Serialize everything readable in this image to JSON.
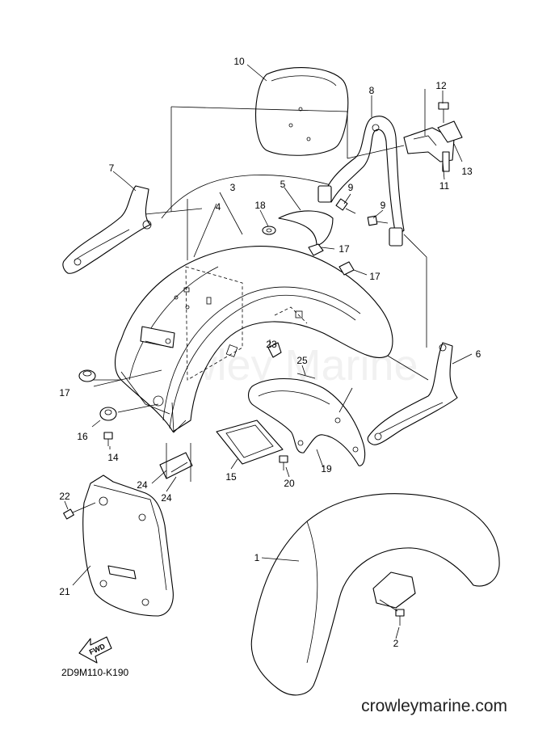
{
  "diagram": {
    "code": "2D9M110-K190",
    "website": "crowleymarine.com",
    "watermark": "Crowley Marine",
    "fwd_label": "FWD",
    "callouts": [
      {
        "id": "c1",
        "label": "1"
      },
      {
        "id": "c2",
        "label": "2"
      },
      {
        "id": "c3",
        "label": "3"
      },
      {
        "id": "c4",
        "label": "4"
      },
      {
        "id": "c5",
        "label": "5"
      },
      {
        "id": "c6",
        "label": "6"
      },
      {
        "id": "c7",
        "label": "7"
      },
      {
        "id": "c8",
        "label": "8"
      },
      {
        "id": "c9a",
        "label": "9"
      },
      {
        "id": "c9b",
        "label": "9"
      },
      {
        "id": "c10",
        "label": "10"
      },
      {
        "id": "c11",
        "label": "11"
      },
      {
        "id": "c12",
        "label": "12"
      },
      {
        "id": "c13",
        "label": "13"
      },
      {
        "id": "c14",
        "label": "14"
      },
      {
        "id": "c15",
        "label": "15"
      },
      {
        "id": "c16",
        "label": "16"
      },
      {
        "id": "c17a",
        "label": "17"
      },
      {
        "id": "c17b",
        "label": "17"
      },
      {
        "id": "c17c",
        "label": "17"
      },
      {
        "id": "c18",
        "label": "18"
      },
      {
        "id": "c19",
        "label": "19"
      },
      {
        "id": "c20",
        "label": "20"
      },
      {
        "id": "c21",
        "label": "21"
      },
      {
        "id": "c22",
        "label": "22"
      },
      {
        "id": "c23",
        "label": "23"
      },
      {
        "id": "c24a",
        "label": "24"
      },
      {
        "id": "c24b",
        "label": "24"
      },
      {
        "id": "c25",
        "label": "25"
      }
    ]
  }
}
